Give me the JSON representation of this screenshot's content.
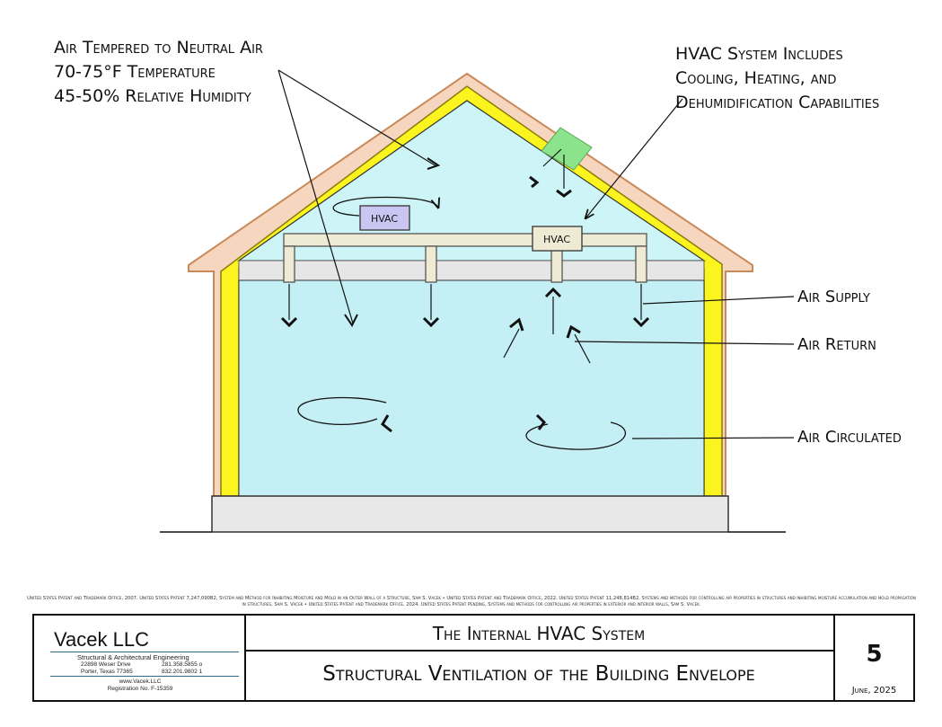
{
  "labels": {
    "tempered": [
      "Air Tempered to Neutral Air",
      "70-75°F Temperature",
      "45-50% Relative Humidity"
    ],
    "hvac_system": [
      "HVAC System Includes",
      "Cooling, Heating, and",
      "Dehumidification Capabilities"
    ],
    "air_supply": "Air Supply",
    "air_return": "Air Return",
    "air_circulated": "Air Circulated"
  },
  "units": {
    "attic_unit": "HVAC",
    "ceiling_unit": "HVAC"
  },
  "patent_note": "United States Patent and Trademark Office, 2007. United States Patent 7,247,090B2, System and Method for Inhibiting Moisture and Mold in an Outer Wall of a Structure, Sam S. Vacek • United States Patent and Trademark Office, 2022. United States Patent 11,248,814B2, Systems and methods for controlling air properties in structures and inhibiting moisture accumulation and mold propagation in structures, Sam S. Vacek • United States Patent and Trademark Office, 2024. United States Patent Pending, Systems and methods for controlling air properties in exterior and interior walls, Sam S. Vacek.",
  "title_block": {
    "company": "Vacek LLC",
    "subtitle": "Structural & Architectural Engineering",
    "address1": "22898 Weser Drive",
    "phone1": "281.358.5855 o",
    "address2": "Porter, Texas 77365",
    "phone2": "832.201.9802 1",
    "website": "www.Vacek.LLC",
    "registration": "Registration No. F-15359",
    "title": "The Internal HVAC System",
    "subtitle_main": "Structural Ventilation of the Building Envelope",
    "sheet_number": "5",
    "date": "June, 2025"
  },
  "colors": {
    "siding": "#f6d6bf",
    "siding_edge": "#c98a5a",
    "insulation": "#fbf41f",
    "air": "#cdf5f7",
    "room_air": "#c4f0f5",
    "ceiling": "#e6e6e6",
    "duct": "#eeead4",
    "hvac_box": "#c9c7f2",
    "vent": "#8be38b",
    "foundation": "#e8e8e8"
  }
}
